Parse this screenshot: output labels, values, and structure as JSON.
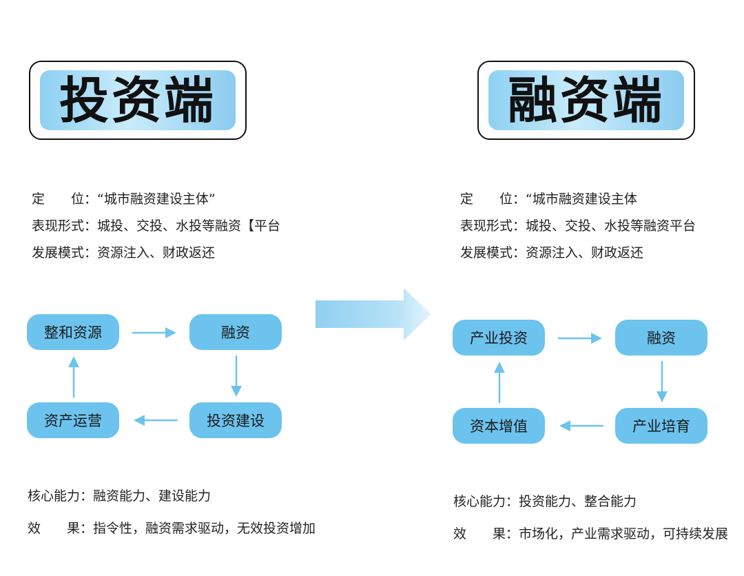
{
  "left": {
    "title": "投资端",
    "info": [
      {
        "label": "定　　位：",
        "value": "“城市融资建设主体”"
      },
      {
        "label": "表现形式：",
        "value": "城投、交投、水投等融资【平台"
      },
      {
        "label": "发展模式：",
        "value": "资源注入、财政返还"
      }
    ],
    "nodes": {
      "top_left": "整和资源",
      "top_right": "融资",
      "bottom_right": "投资建设",
      "bottom_left": "资产运营"
    },
    "footer": [
      {
        "label": "核心能力：",
        "value": "融资能力、建设能力"
      },
      {
        "label": "效　　果：",
        "value": "指令性，融资需求驱动，无效投资增加"
      }
    ]
  },
  "right": {
    "title": "融资端",
    "info": [
      {
        "label": "定　　位：",
        "value": "“城市融资建设主体"
      },
      {
        "label": "表现形式：",
        "value": "城投、交投、水投等融资平台"
      },
      {
        "label": "发展模式：",
        "value": "资源注入、财政返还"
      }
    ],
    "nodes": {
      "top_left": "产业投资",
      "top_right": "融资",
      "bottom_right": "产业培育",
      "bottom_left": "资本增值"
    },
    "footer": [
      {
        "label": "核心能力：",
        "value": "投资能力、整合能力"
      },
      {
        "label": "效　　果：",
        "value": "市场化，产业需求驱动，可持续发展"
      }
    ]
  },
  "colors": {
    "node_fill": "#6cc3ee",
    "arrow": "#6cc3ee",
    "title_gradient_start": "#8ed0f2",
    "title_gradient_mid": "#c9ebfb",
    "big_arrow": "#8fd0f2"
  }
}
